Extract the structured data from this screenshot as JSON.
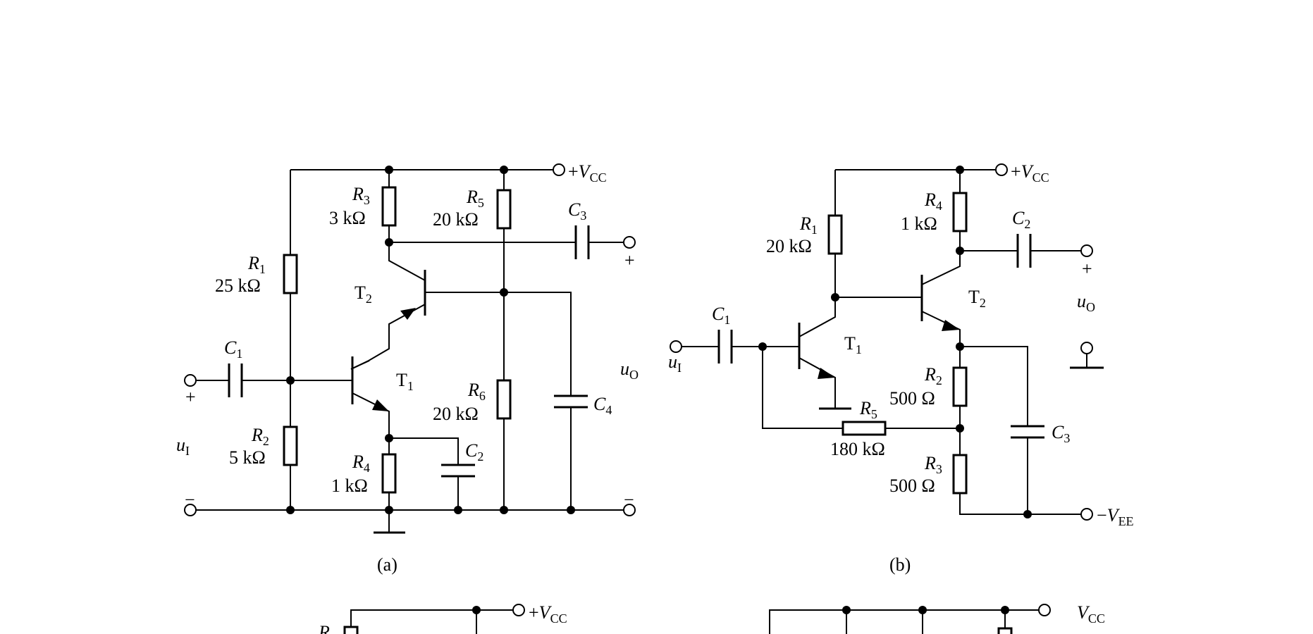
{
  "circuit_a": {
    "caption": "(a)",
    "vcc": {
      "prefix": "+",
      "v": "V",
      "sub": "CC"
    },
    "input": {
      "u": "u",
      "sub": "I",
      "plus": "+",
      "minus": "−"
    },
    "output": {
      "u": "u",
      "sub": "O",
      "plus": "+",
      "minus": "−"
    },
    "R1": {
      "sym": "R",
      "sub": "1",
      "value": "25 kΩ"
    },
    "R2": {
      "sym": "R",
      "sub": "2",
      "value": "5 kΩ"
    },
    "R3": {
      "sym": "R",
      "sub": "3",
      "value": "3 kΩ"
    },
    "R4": {
      "sym": "R",
      "sub": "4",
      "value": "1 kΩ"
    },
    "R5": {
      "sym": "R",
      "sub": "5",
      "value": "20 kΩ"
    },
    "R6": {
      "sym": "R",
      "sub": "6",
      "value": "20 kΩ"
    },
    "C1": {
      "sym": "C",
      "sub": "1"
    },
    "C2": {
      "sym": "C",
      "sub": "2"
    },
    "C3": {
      "sym": "C",
      "sub": "3"
    },
    "C4": {
      "sym": "C",
      "sub": "4"
    },
    "T1": {
      "sym": "T",
      "sub": "1"
    },
    "T2": {
      "sym": "T",
      "sub": "2"
    }
  },
  "circuit_b": {
    "caption": "(b)",
    "vcc": {
      "prefix": "+",
      "v": "V",
      "sub": "CC"
    },
    "vee": {
      "prefix": "−",
      "v": "V",
      "sub": "EE"
    },
    "input": {
      "u": "u",
      "sub": "I"
    },
    "output": {
      "u": "u",
      "sub": "O",
      "plus": "+"
    },
    "R1": {
      "sym": "R",
      "sub": "1",
      "value": "20 kΩ"
    },
    "R2": {
      "sym": "R",
      "sub": "2",
      "value": "500 Ω"
    },
    "R3": {
      "sym": "R",
      "sub": "3",
      "value": "500 Ω"
    },
    "R4": {
      "sym": "R",
      "sub": "4",
      "value": "1 kΩ"
    },
    "R5": {
      "sym": "R",
      "sub": "5",
      "value": "180 kΩ"
    },
    "C1": {
      "sym": "C",
      "sub": "1"
    },
    "C2": {
      "sym": "C",
      "sub": "2"
    },
    "C3": {
      "sym": "C",
      "sub": "3"
    },
    "T1": {
      "sym": "T",
      "sub": "1"
    },
    "T2": {
      "sym": "T",
      "sub": "2"
    }
  },
  "circuit_c_partial": {
    "vcc": {
      "prefix": "+",
      "v": "V",
      "sub": "CC"
    },
    "label_r": "R"
  },
  "circuit_d_partial": {
    "vcc": {
      "prefix": "",
      "v": "V",
      "sub": "CC"
    }
  }
}
